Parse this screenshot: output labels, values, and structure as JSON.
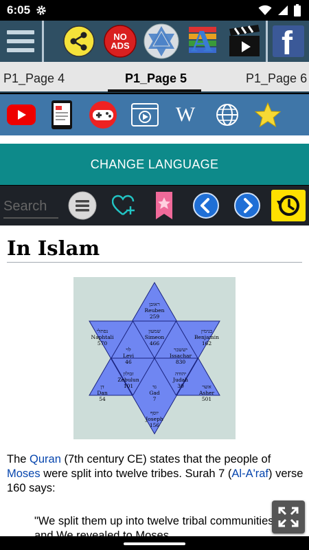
{
  "status": {
    "time": "6:05"
  },
  "toolbar": {
    "no_ads_line1": "NO",
    "no_ads_line2": "ADS",
    "font_label": "A",
    "facebook_label": "f"
  },
  "tabs": [
    {
      "label": "P1_Page 4"
    },
    {
      "label": "P1_Page 5"
    },
    {
      "label": "P1_Page 6"
    }
  ],
  "iconbar": {
    "wiki_label": "W"
  },
  "change_language": "CHANGE LANGUAGE",
  "navbar": {
    "search_placeholder": "Search"
  },
  "article": {
    "title": "In Islam",
    "para_1": "The ",
    "link_quran": "Quran",
    "para_2": " (7th century CE) states that the people of ",
    "link_moses": "Moses",
    "para_3": " were split into twelve tribes. Surah 7 (",
    "link_alaraf": "Al-A'raf",
    "para_4": ") verse 160 says:",
    "quote": "\"We split them up into twelve tribal communities, and We revealed to Moses"
  },
  "figure": {
    "tribes": [
      {
        "hebrew": "ראובן",
        "name": "Reuben",
        "value": "259"
      },
      {
        "hebrew": "נפתלי",
        "name": "Naphtali",
        "value": "570"
      },
      {
        "hebrew": "שמעון",
        "name": "Simeon",
        "value": "466"
      },
      {
        "hebrew": "בנימין",
        "name": "Benjamin",
        "value": "162"
      },
      {
        "hebrew": "לוי",
        "name": "Levi",
        "value": "46"
      },
      {
        "hebrew": "יששכר",
        "name": "Issachar",
        "value": "830"
      },
      {
        "hebrew": "זבולון",
        "name": "Zebulun",
        "value": "101"
      },
      {
        "hebrew": "יהודה",
        "name": "Judah",
        "value": "30"
      },
      {
        "hebrew": "דן",
        "name": "Dan",
        "value": "54"
      },
      {
        "hebrew": "גד",
        "name": "Gad",
        "value": "7"
      },
      {
        "hebrew": "אשר",
        "name": "Asher",
        "value": "501"
      },
      {
        "hebrew": "יוסף",
        "name": "Joseph",
        "value": "156"
      }
    ]
  },
  "colors": {
    "toolbar_bg": "#2f4f63",
    "iconbar_bg": "#3f76a8",
    "lang_bg": "#0d8a8a",
    "star_fill": "#6f86f2",
    "link": "#0645ad"
  }
}
